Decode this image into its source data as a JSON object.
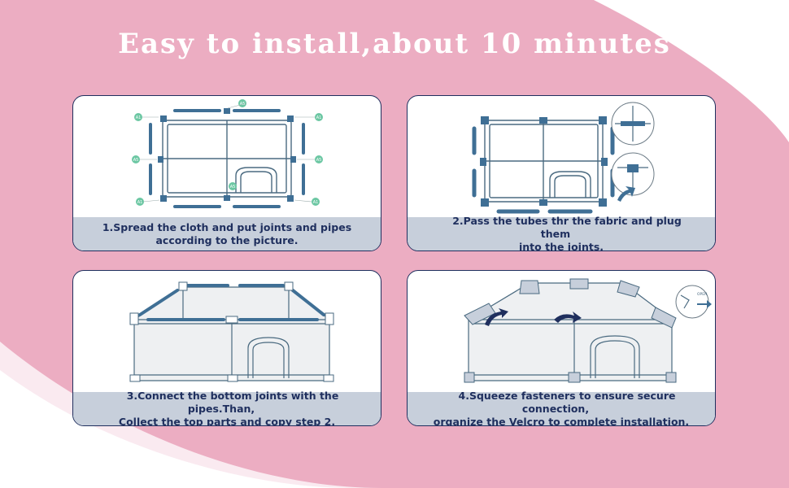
{
  "title": "Easy to install,about 10 minutes",
  "colors": {
    "background_pink": "#ecadc2",
    "white": "#ffffff",
    "navy": "#1f2f5e",
    "caption_gray": "#c7cfdb",
    "pipe_blue": "#3f6f95",
    "label_green": "#6cc7a3"
  },
  "steps": [
    {
      "caption_line1": "1.Spread the cloth and put joints and pipes",
      "caption_line2": "according to the picture.",
      "labels": [
        "A1",
        "A5",
        "A1",
        "A5",
        "A5",
        "A5",
        "A1",
        "A1"
      ]
    },
    {
      "caption_line1": "2.Pass the tubes thr the fabric and plug them",
      "caption_line2": "into the joints."
    },
    {
      "caption_line1": "3.Connect the bottom joints with the pipes.Than,",
      "caption_line2": "Collect the top parts and copy step 2."
    },
    {
      "caption_line1": "4.Squeeze fasteners to ensure secure connection,",
      "caption_line2": "organize the Velcro to complete installation.",
      "inset_label": "OPEN"
    }
  ]
}
